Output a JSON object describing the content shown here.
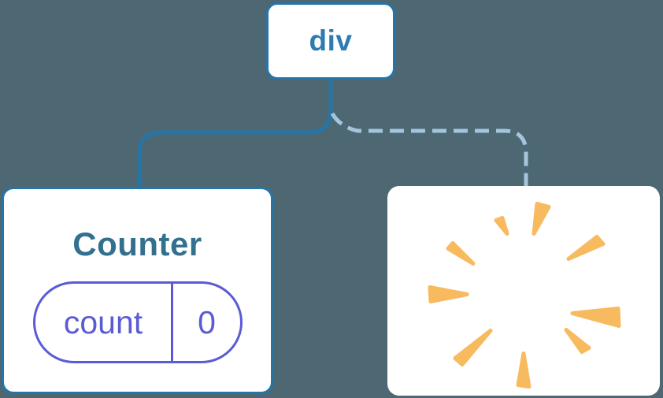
{
  "diagram": {
    "root": {
      "label": "div"
    },
    "counter": {
      "title": "Counter",
      "state": {
        "key": "count",
        "value": "0"
      }
    },
    "removed": {
      "icon": "poof-icon"
    },
    "links": {
      "counter": "solid",
      "removed": "dashed"
    }
  },
  "colors": {
    "background": "#4d6773",
    "card-bg": "#ffffff",
    "node-border": "#2575a8",
    "node-label": "#2d7cb1",
    "solid-link": "#2575a8",
    "dashed-link": "#a3c6dd",
    "component-title": "#33708f",
    "state-accent": "#5b5bd6",
    "burst": "#f8ba5f"
  }
}
